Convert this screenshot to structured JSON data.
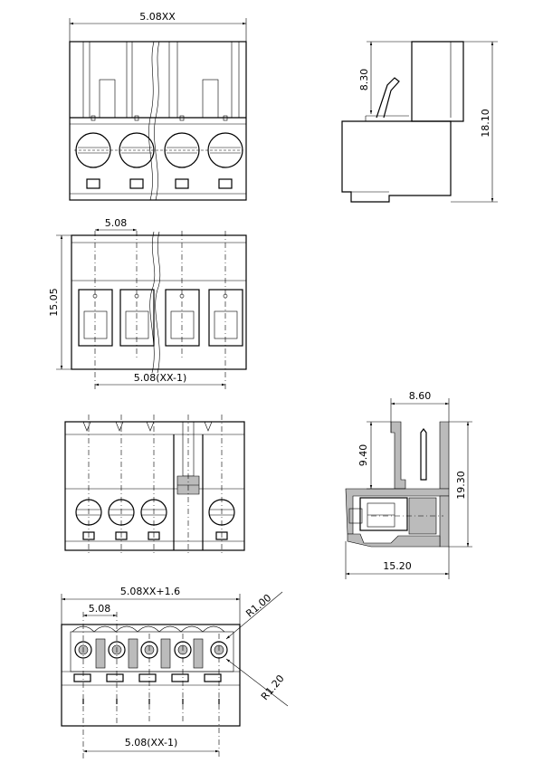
{
  "dimensions": {
    "top_width": "5.08XX",
    "side_height_small": "8.30",
    "side_height_total": "18.10",
    "top_pitch": "5.08",
    "front_height": "15.05",
    "front_span": "5.08(XX-1)",
    "section_width_top": "8.60",
    "section_height_small": "9.40",
    "section_height_total": "19.30",
    "section_depth": "15.20",
    "bottom_width": "5.08XX+1.6",
    "bottom_pitch": "5.08",
    "radius_small": "R1.00",
    "radius_large": "R1.20",
    "bottom_span": "5.08(XX-1)"
  }
}
